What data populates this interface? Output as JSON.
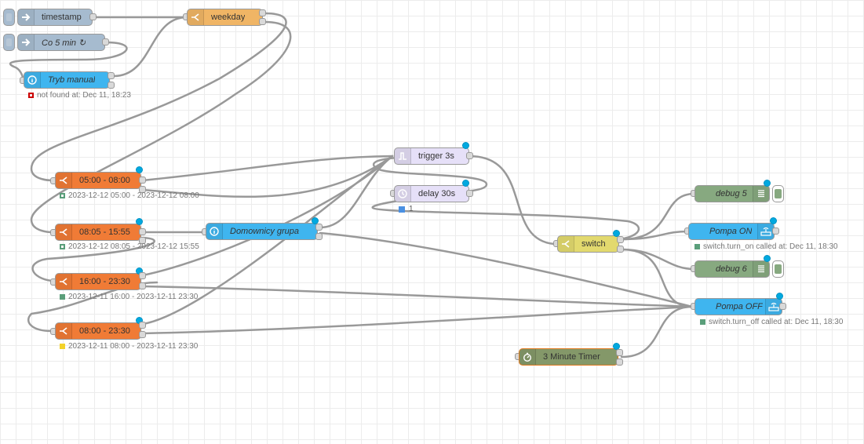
{
  "colors": {
    "inject": "#a6bbcf",
    "function": "#fdd0a2",
    "time_range": "#ff7f36",
    "ha_state": "#3fb5ef",
    "trigger": "#e6e0f8",
    "switch": "#e2d96e",
    "debug": "#87a980",
    "ha_service": "#3fb5ef",
    "timer": "#849869",
    "port_dot": "#00a9e0"
  },
  "nodes": {
    "timestamp": {
      "label": "timestamp",
      "icon": "arrow-right-icon"
    },
    "co5min": {
      "label": "Co 5 min ↻",
      "icon": "arrow-right-icon"
    },
    "weekday": {
      "label": "weekday",
      "icon": "switch-icon"
    },
    "tryb_manual": {
      "label": "Tryb manual",
      "icon": "info-icon",
      "status": "not found at: Dec 11, 18:23",
      "status_color": "#cc0000"
    },
    "t1": {
      "label": "05:00 - 08:00",
      "icon": "switch-icon",
      "status": "2023-12-12 05:00 - 2023-12-12 08:00"
    },
    "t2": {
      "label": "08:05 - 15:55",
      "icon": "switch-icon",
      "status": "2023-12-12 08:05 - 2023-12-12 15:55"
    },
    "t3": {
      "label": "16:00 - 23:30",
      "icon": "switch-icon",
      "status": "2023-12-11 16:00 - 2023-12-11 23:30"
    },
    "t4": {
      "label": "08:00 - 23:30",
      "icon": "switch-icon",
      "status": "2023-12-11 08:00 - 2023-12-11 23:30"
    },
    "domownicy": {
      "label": "Domownicy grupa",
      "icon": "info-icon"
    },
    "trigger": {
      "label": "trigger 3s",
      "icon": "trigger-icon"
    },
    "delay": {
      "label": "delay 30s",
      "icon": "timer-icon",
      "counter": "1"
    },
    "switch": {
      "label": "switch",
      "icon": "switch-icon"
    },
    "debug5": {
      "label": "debug 5",
      "icon": "list-icon"
    },
    "pompa_on": {
      "label": "Pompa ON",
      "icon": "router-icon",
      "status": "switch.turn_on called at: Dec 11, 18:30"
    },
    "debug6": {
      "label": "debug 6",
      "icon": "list-icon"
    },
    "pompa_off": {
      "label": "Pompa OFF",
      "icon": "router-icon",
      "status": "switch.turn_off called at: Dec 11, 18:30"
    },
    "timer": {
      "label": "3 Minute Timer",
      "icon": "stopwatch-icon"
    }
  }
}
